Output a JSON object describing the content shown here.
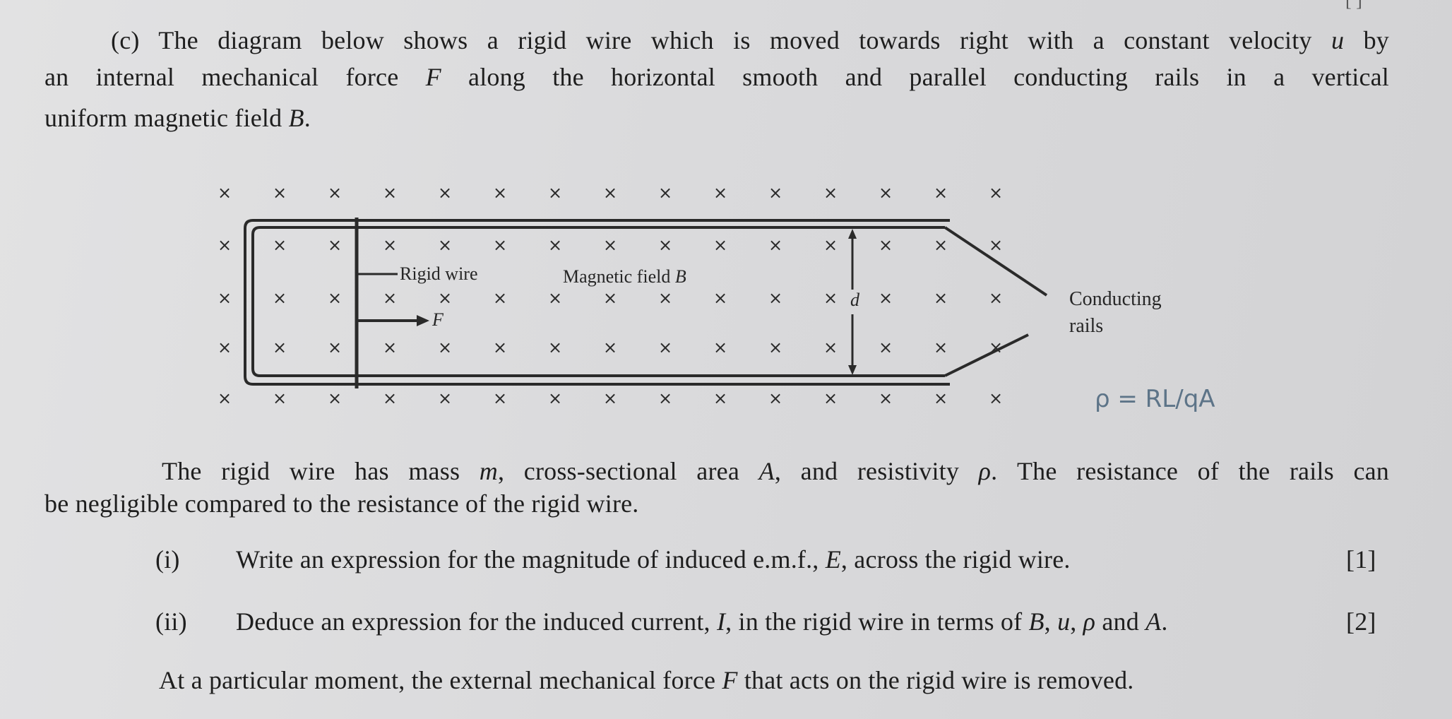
{
  "corner_mark": "[ ]",
  "intro": {
    "lines": [
      [
        "(c)  The diagram below shows a rigid wire which is moved towards right with a constant velocity ",
        "u",
        " by"
      ],
      [
        "an internal mechanical force ",
        "F",
        " along the horizontal smooth and parallel conducting rails in a vertical"
      ],
      [
        "uniform magnetic field ",
        "B",
        "."
      ]
    ]
  },
  "diagram": {
    "field_symbol": "×",
    "rigid_wire_label": "Rigid wire",
    "magnetic_field_label": [
      "Magnetic field ",
      "B",
      ""
    ],
    "force_label": "F",
    "separation_label": "d",
    "rails_label_line1": "Conducting",
    "rails_label_line2": "rails"
  },
  "handwritten_note": "ρ = RL/qA",
  "paragraph": {
    "lines": [
      [
        "The rigid wire has mass ",
        "m",
        ", cross-sectional area ",
        "A",
        ", and resistivity ",
        "ρ",
        ". The resistance of the rails can"
      ],
      [
        "be negligible compared to the resistance of the rigid wire."
      ]
    ]
  },
  "questions": [
    {
      "number": "(i)",
      "text": [
        "Write an expression for the magnitude of induced e.m.f., ",
        "E",
        ", across the rigid wire."
      ],
      "marks": "[1]"
    },
    {
      "number": "(ii)",
      "text": [
        "Deduce an expression for the induced current, ",
        "I",
        ", in the rigid wire in terms of ",
        "B",
        ", ",
        "u",
        ", ",
        "ρ",
        " and ",
        "A",
        "."
      ],
      "marks": "[2]"
    }
  ],
  "closing": [
    [
      "At a particular moment, the external mechanical force ",
      "F",
      " that acts on the rigid wire is removed."
    ]
  ]
}
